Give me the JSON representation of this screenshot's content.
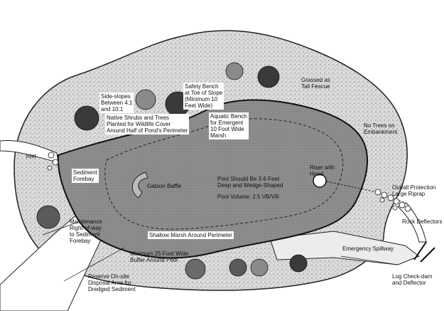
{
  "labels": {
    "grassed": "Grassed as\nTall Fescue",
    "safety_bench": "Safety Bench\nat Toe of Slope\n(Minimum 10\nFeet Wide)",
    "side_slopes": "Side-slopes\nBetween 4:1\nand 10:1",
    "native_shrubs": "Native Shrubs and Trees\nPlanted for Wildlife Cover\nAround Half of Pond's Perimeter",
    "aquatic_bench": "Aquatic Bench\nfor Emergent\n10 Foot Wide\nMarsh",
    "no_trees": "No Trees on\nEmbankment",
    "inlet": "Inlet",
    "sediment_forebay": "Sediment\nForebay",
    "gabion_baffle": "Gabion Baffle",
    "pool_depth": "Pool Should Be 3-6 Feet\nDeep and Wedge-Shaped",
    "pool_volume": "Pool Volume: 2.5 VB/VR",
    "riser": "Riser with\nHood",
    "outfall": "Outfall Protection\nLarge Riprap",
    "rock_deflectors": "Rock Deflectors",
    "maintenance": "Maintenance\nRight-of-way\nto Sediment\nForebay",
    "shallow_marsh": "Shallow Marsh Around Perimeter",
    "emergency_spillway": "Emergency Spillway",
    "buffer": "Minimum 25 Foot Wide\nBuffer Around Pool",
    "reserve": "Reserve On-site\nDisposal Area for\nDredged Sediment",
    "log_checkdam": "Log Check-dam\nand Deflector"
  },
  "colors": {
    "outer_buffer": "#d8d8d8",
    "pond_water": "#8c8c8c",
    "ink": "#111111"
  }
}
